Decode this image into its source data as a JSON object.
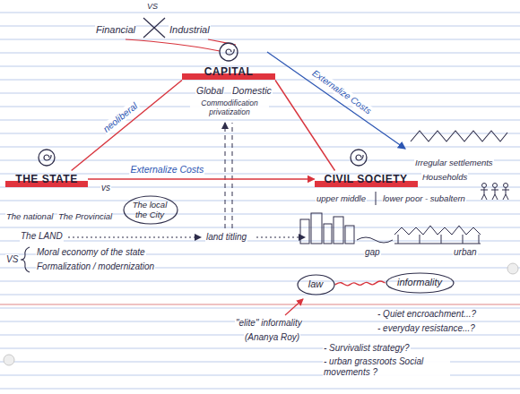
{
  "diagram": {
    "nodes": [
      {
        "text": [
          "CAPITAL"
        ]
      },
      {
        "text": [
          "THE STATE"
        ]
      },
      {
        "text": [
          "CIVIL SOCIETY"
        ]
      },
      {
        "text": [
          "The local the City"
        ]
      },
      {
        "text": [
          "law"
        ]
      },
      {
        "text": [
          "informality"
        ]
      }
    ],
    "edges": [
      {
        "from": 0,
        "to": 1,
        "arrow": "none",
        "label": "neoliberal"
      },
      {
        "from": 0,
        "to": 2,
        "arrow": "none"
      },
      {
        "from": 1,
        "to": 2,
        "arrow": "to",
        "label": "Externalize Costs"
      },
      {
        "from": 4,
        "to": 5,
        "arrow": "none"
      }
    ],
    "labels": [
      "VS",
      "Financial",
      "Industrial",
      "Global",
      "Domestic",
      "Commodification privatization",
      "Externalize Costs",
      "The national",
      "The Provincial",
      "vs",
      "The LAND",
      "land titling",
      "VS",
      "Moral economy of the state",
      "Formalization / modernization",
      "upper middle",
      "lower poor - subaltern",
      "Irregular settlements",
      "Households",
      "gap",
      "urban",
      "\"elite\" informality",
      "(Ananya Roy)",
      "- Quiet encroachment...?",
      "- everyday resistance...?",
      "- Survivalist strategy?",
      "- urban grassroots Social movements ?"
    ]
  }
}
